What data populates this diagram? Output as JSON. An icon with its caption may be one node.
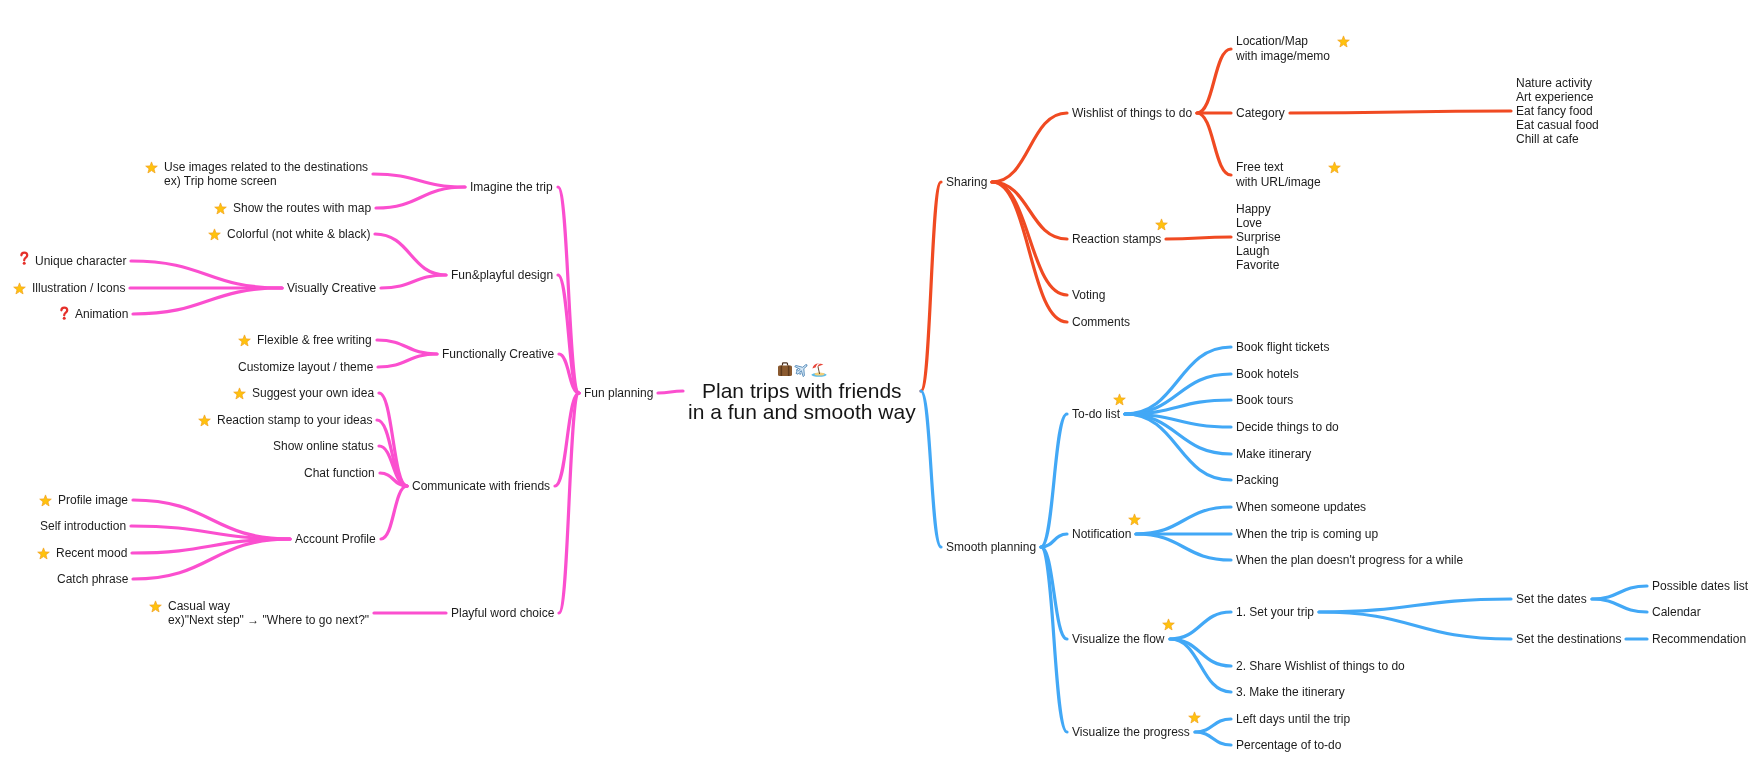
{
  "diagram": {
    "nodes": [
      {
        "text": [
          "Plan trips with friends in a fun and smooth way"
        ]
      },
      {
        "text": [
          "Fun planning"
        ]
      },
      {
        "text": [
          "Imagine the trip"
        ]
      },
      {
        "text": [
          "Use images related to the destinations",
          "ex) Trip home screen"
        ]
      },
      {
        "text": [
          "Show the routes with map"
        ]
      },
      {
        "text": [
          "Fun&playful design"
        ]
      },
      {
        "text": [
          "Colorful (not white & black)"
        ]
      },
      {
        "text": [
          "Visually Creative"
        ]
      },
      {
        "text": [
          "Unique character"
        ]
      },
      {
        "text": [
          "Illustration / Icons"
        ]
      },
      {
        "text": [
          "Animation"
        ]
      },
      {
        "text": [
          "Functionally Creative"
        ]
      },
      {
        "text": [
          "Flexible & free writing"
        ]
      },
      {
        "text": [
          "Customize layout / theme"
        ]
      },
      {
        "text": [
          "Communicate with friends"
        ]
      },
      {
        "text": [
          "Suggest your own idea"
        ]
      },
      {
        "text": [
          "Reaction stamp to your ideas"
        ]
      },
      {
        "text": [
          "Show online status"
        ]
      },
      {
        "text": [
          "Chat function"
        ]
      },
      {
        "text": [
          "Account Profile"
        ]
      },
      {
        "text": [
          "Profile image"
        ]
      },
      {
        "text": [
          "Self introduction"
        ]
      },
      {
        "text": [
          "Recent mood"
        ]
      },
      {
        "text": [
          "Catch phrase"
        ]
      },
      {
        "text": [
          "Playful word choice"
        ]
      },
      {
        "text": [
          "Casual way",
          "ex)\"Next step\" → \"Where to go next?\""
        ]
      },
      {
        "text": [
          "Sharing"
        ]
      },
      {
        "text": [
          "Wishlist of things to do"
        ]
      },
      {
        "text": [
          "Location/Map with image/memo"
        ]
      },
      {
        "text": [
          "Category"
        ]
      },
      {
        "text": [
          "Nature activity",
          "Art experience",
          "Eat fancy food",
          "Eat casual food",
          "Chill at cafe"
        ]
      },
      {
        "text": [
          "Free text with URL/image"
        ]
      },
      {
        "text": [
          "Reaction stamps"
        ]
      },
      {
        "text": [
          "Happy",
          "Love",
          "Surprise",
          "Laugh",
          "Favorite"
        ]
      },
      {
        "text": [
          "Voting"
        ]
      },
      {
        "text": [
          "Comments"
        ]
      },
      {
        "text": [
          "Smooth planning"
        ]
      },
      {
        "text": [
          "To-do list"
        ]
      },
      {
        "text": [
          "Book flight tickets"
        ]
      },
      {
        "text": [
          "Book hotels"
        ]
      },
      {
        "text": [
          "Book tours"
        ]
      },
      {
        "text": [
          "Decide things to do"
        ]
      },
      {
        "text": [
          "Make itinerary"
        ]
      },
      {
        "text": [
          "Packing"
        ]
      },
      {
        "text": [
          "Notification"
        ]
      },
      {
        "text": [
          "When someone updates"
        ]
      },
      {
        "text": [
          "When the trip is coming up"
        ]
      },
      {
        "text": [
          "When the plan doesn't progress for a while"
        ]
      },
      {
        "text": [
          "Visualize the flow"
        ]
      },
      {
        "text": [
          "1. Set your trip"
        ]
      },
      {
        "text": [
          "Set the dates"
        ]
      },
      {
        "text": [
          "Possible dates list"
        ]
      },
      {
        "text": [
          "Calendar"
        ]
      },
      {
        "text": [
          "Set the destinations"
        ]
      },
      {
        "text": [
          "Recommendation"
        ]
      },
      {
        "text": [
          "2. Share Wishlist of things to do"
        ]
      },
      {
        "text": [
          "3. Make the itinerary"
        ]
      },
      {
        "text": [
          "Visualize the progress"
        ]
      },
      {
        "text": [
          "Left days until the trip"
        ]
      },
      {
        "text": [
          "Percentage of to-do"
        ]
      }
    ],
    "edges": [
      {
        "from": 0,
        "to": 1,
        "arrow": "none"
      },
      {
        "from": 1,
        "to": 2,
        "arrow": "none"
      },
      {
        "from": 1,
        "to": 5,
        "arrow": "none"
      },
      {
        "from": 1,
        "to": 11,
        "arrow": "none"
      },
      {
        "from": 1,
        "to": 14,
        "arrow": "none"
      },
      {
        "from": 1,
        "to": 24,
        "arrow": "none"
      },
      {
        "from": 2,
        "to": 3,
        "arrow": "none"
      },
      {
        "from": 2,
        "to": 4,
        "arrow": "none"
      },
      {
        "from": 5,
        "to": 6,
        "arrow": "none"
      },
      {
        "from": 5,
        "to": 7,
        "arrow": "none"
      },
      {
        "from": 7,
        "to": 8,
        "arrow": "none"
      },
      {
        "from": 7,
        "to": 9,
        "arrow": "none"
      },
      {
        "from": 7,
        "to": 10,
        "arrow": "none"
      },
      {
        "from": 11,
        "to": 12,
        "arrow": "none"
      },
      {
        "from": 11,
        "to": 13,
        "arrow": "none"
      },
      {
        "from": 14,
        "to": 15,
        "arrow": "none"
      },
      {
        "from": 14,
        "to": 16,
        "arrow": "none"
      },
      {
        "from": 14,
        "to": 17,
        "arrow": "none"
      },
      {
        "from": 14,
        "to": 18,
        "arrow": "none"
      },
      {
        "from": 14,
        "to": 19,
        "arrow": "none"
      },
      {
        "from": 19,
        "to": 20,
        "arrow": "none"
      },
      {
        "from": 19,
        "to": 21,
        "arrow": "none"
      },
      {
        "from": 19,
        "to": 22,
        "arrow": "none"
      },
      {
        "from": 19,
        "to": 23,
        "arrow": "none"
      },
      {
        "from": 24,
        "to": 25,
        "arrow": "none"
      },
      {
        "from": 0,
        "to": 26,
        "arrow": "none",
        "color": "#f04a22"
      },
      {
        "from": 26,
        "to": 27,
        "arrow": "none",
        "color": "#f04a22"
      },
      {
        "from": 26,
        "to": 32,
        "arrow": "none",
        "color": "#f04a22"
      },
      {
        "from": 26,
        "to": 34,
        "arrow": "none",
        "color": "#f04a22"
      },
      {
        "from": 26,
        "to": 35,
        "arrow": "none",
        "color": "#f04a22"
      },
      {
        "from": 27,
        "to": 28,
        "arrow": "none",
        "color": "#f04a22"
      },
      {
        "from": 27,
        "to": 29,
        "arrow": "none",
        "color": "#f04a22"
      },
      {
        "from": 27,
        "to": 31,
        "arrow": "none",
        "color": "#f04a22"
      },
      {
        "from": 29,
        "to": 30,
        "arrow": "none",
        "color": "#f04a22"
      },
      {
        "from": 32,
        "to": 33,
        "arrow": "none",
        "color": "#f04a22"
      },
      {
        "from": 0,
        "to": 36,
        "arrow": "none",
        "color": "#42a8f6"
      },
      {
        "from": 36,
        "to": 37,
        "arrow": "none",
        "color": "#42a8f6"
      },
      {
        "from": 36,
        "to": 44,
        "arrow": "none",
        "color": "#42a8f6"
      },
      {
        "from": 36,
        "to": 48,
        "arrow": "none",
        "color": "#42a8f6"
      },
      {
        "from": 36,
        "to": 57,
        "arrow": "none",
        "color": "#42a8f6"
      },
      {
        "from": 37,
        "to": 38,
        "arrow": "none",
        "color": "#42a8f6"
      },
      {
        "from": 37,
        "to": 39,
        "arrow": "none",
        "color": "#42a8f6"
      },
      {
        "from": 37,
        "to": 40,
        "arrow": "none",
        "color": "#42a8f6"
      },
      {
        "from": 37,
        "to": 41,
        "arrow": "none",
        "color": "#42a8f6"
      },
      {
        "from": 37,
        "to": 42,
        "arrow": "none",
        "color": "#42a8f6"
      },
      {
        "from": 37,
        "to": 43,
        "arrow": "none",
        "color": "#42a8f6"
      },
      {
        "from": 44,
        "to": 45,
        "arrow": "none",
        "color": "#42a8f6"
      },
      {
        "from": 44,
        "to": 46,
        "arrow": "none",
        "color": "#42a8f6"
      },
      {
        "from": 44,
        "to": 47,
        "arrow": "none",
        "color": "#42a8f6"
      },
      {
        "from": 48,
        "to": 49,
        "arrow": "none",
        "color": "#42a8f6"
      },
      {
        "from": 48,
        "to": 55,
        "arrow": "none",
        "color": "#42a8f6"
      },
      {
        "from": 48,
        "to": 56,
        "arrow": "none",
        "color": "#42a8f6"
      },
      {
        "from": 49,
        "to": 50,
        "arrow": "none",
        "color": "#42a8f6"
      },
      {
        "from": 49,
        "to": 53,
        "arrow": "none",
        "color": "#42a8f6"
      },
      {
        "from": 50,
        "to": 51,
        "arrow": "none",
        "color": "#42a8f6"
      },
      {
        "from": 50,
        "to": 52,
        "arrow": "none",
        "color": "#42a8f6"
      },
      {
        "from": 53,
        "to": 54,
        "arrow": "none",
        "color": "#42a8f6"
      },
      {
        "from": 57,
        "to": 58,
        "arrow": "none",
        "color": "#42a8f6"
      },
      {
        "from": 57,
        "to": 59,
        "arrow": "none",
        "color": "#42a8f6"
      }
    ]
  }
}
